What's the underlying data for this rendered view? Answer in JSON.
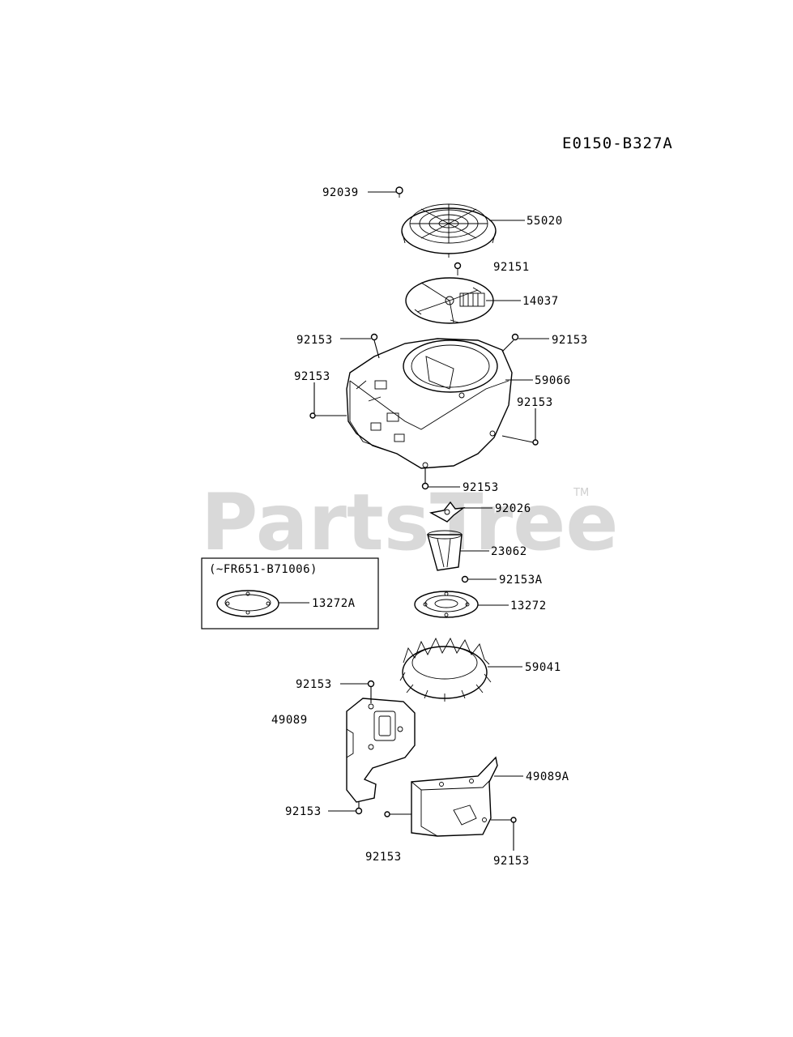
{
  "diagram_code": "E0150-B327A",
  "watermark": "PartsTree",
  "trademark": "TM",
  "inset_note": "(~FR651-B71006)",
  "callouts": {
    "screw_top": "92039",
    "screen": "55020",
    "bolt_center": "92151",
    "fan_cover": "14037",
    "bolt_left_upper": "92153",
    "bolt_right_upper": "92153",
    "bolt_left_side": "92153",
    "housing": "59066",
    "bolt_right_side": "92153",
    "bolt_under_housing": "92153",
    "washer": "92026",
    "hub": "23062",
    "bolt_a": "92153A",
    "plate": "13272",
    "plate_a": "13272A",
    "fan": "59041",
    "bolt_shroud_top": "92153",
    "shroud_left": "49089",
    "shroud_right": "49089A",
    "bolt_shroud_bottom": "92153",
    "bolt_lower_mid": "92153",
    "bolt_lower_right": "92153"
  }
}
